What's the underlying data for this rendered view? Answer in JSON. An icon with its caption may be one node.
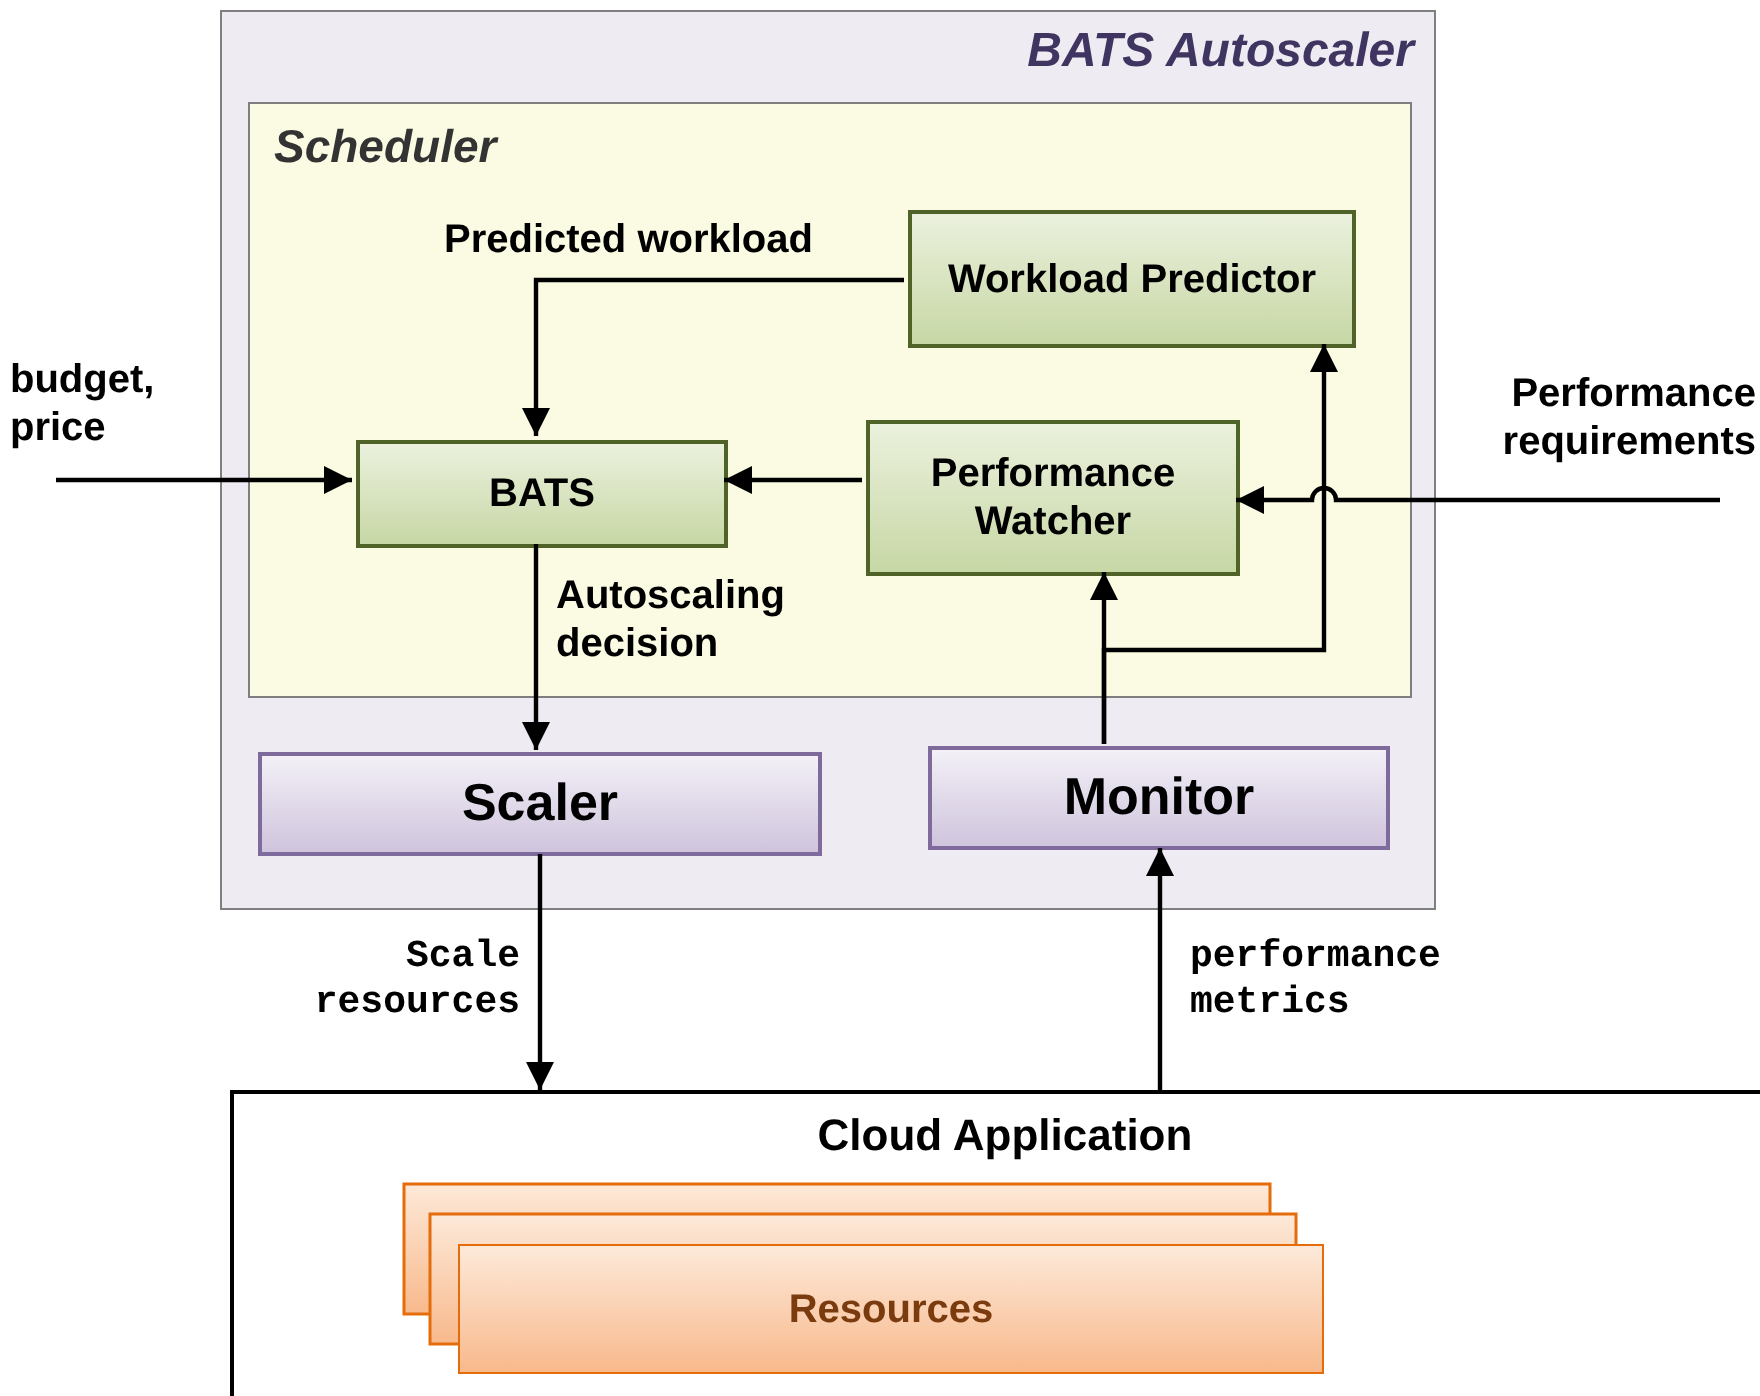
{
  "diagram": {
    "nodes": [
      {
        "text": [
          "BATS Autoscaler"
        ]
      },
      {
        "text": [
          "Scheduler"
        ],
        "in": 0
      },
      {
        "text": [
          "Workload Predictor"
        ],
        "in": 1
      },
      {
        "text": [
          "BATS"
        ],
        "in": 1
      },
      {
        "text": [
          "Performance Watcher"
        ],
        "in": 1
      },
      {
        "text": [
          "Scaler"
        ],
        "in": 0
      },
      {
        "text": [
          "Monitor"
        ],
        "in": 0
      },
      {
        "text": [
          "Cloud Application"
        ]
      },
      {
        "text": [
          "Resources"
        ],
        "in": 7
      },
      {
        "text": [
          "budget, price"
        ]
      },
      {
        "text": [
          "Performance requirements"
        ]
      }
    ],
    "edges": [
      {
        "from": 9,
        "to": 3,
        "arrow": "to"
      },
      {
        "from": 10,
        "to": 4,
        "arrow": "to"
      },
      {
        "from": 2,
        "to": 3,
        "arrow": "to",
        "label": "Predicted workload"
      },
      {
        "from": 4,
        "to": 3,
        "arrow": "to"
      },
      {
        "from": 3,
        "to": 5,
        "arrow": "to",
        "label": "Autoscaling decision"
      },
      {
        "from": 6,
        "to": 4,
        "arrow": "to"
      },
      {
        "from": 6,
        "to": 2,
        "arrow": "to"
      },
      {
        "from": 5,
        "to": 7,
        "arrow": "to",
        "label": "Scale resources"
      },
      {
        "from": 7,
        "to": 6,
        "arrow": "to",
        "label": "performance metrics"
      }
    ]
  }
}
